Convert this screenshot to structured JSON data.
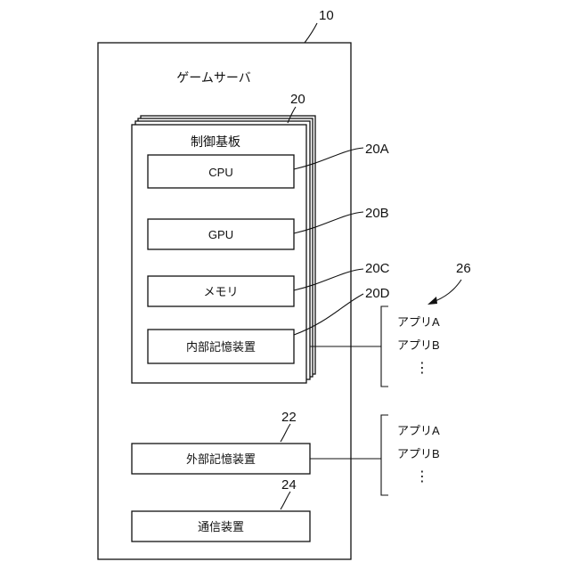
{
  "server": {
    "ref": "10",
    "label": "ゲームサーバ"
  },
  "board": {
    "ref": "20",
    "label": "制御基板",
    "components": [
      {
        "ref": "20A",
        "label": "CPU"
      },
      {
        "ref": "20B",
        "label": "GPU"
      },
      {
        "ref": "20C",
        "label": "メモリ"
      },
      {
        "ref": "20D",
        "label": "内部記憶装置"
      }
    ]
  },
  "apps_ref": "26",
  "internal_apps": [
    "アプリA",
    "アプリB"
  ],
  "external_storage": {
    "ref": "22",
    "label": "外部記憶装置",
    "apps": [
      "アプリA",
      "アプリB"
    ]
  },
  "comm": {
    "ref": "24",
    "label": "通信装置"
  },
  "ellipsis": "⋮"
}
